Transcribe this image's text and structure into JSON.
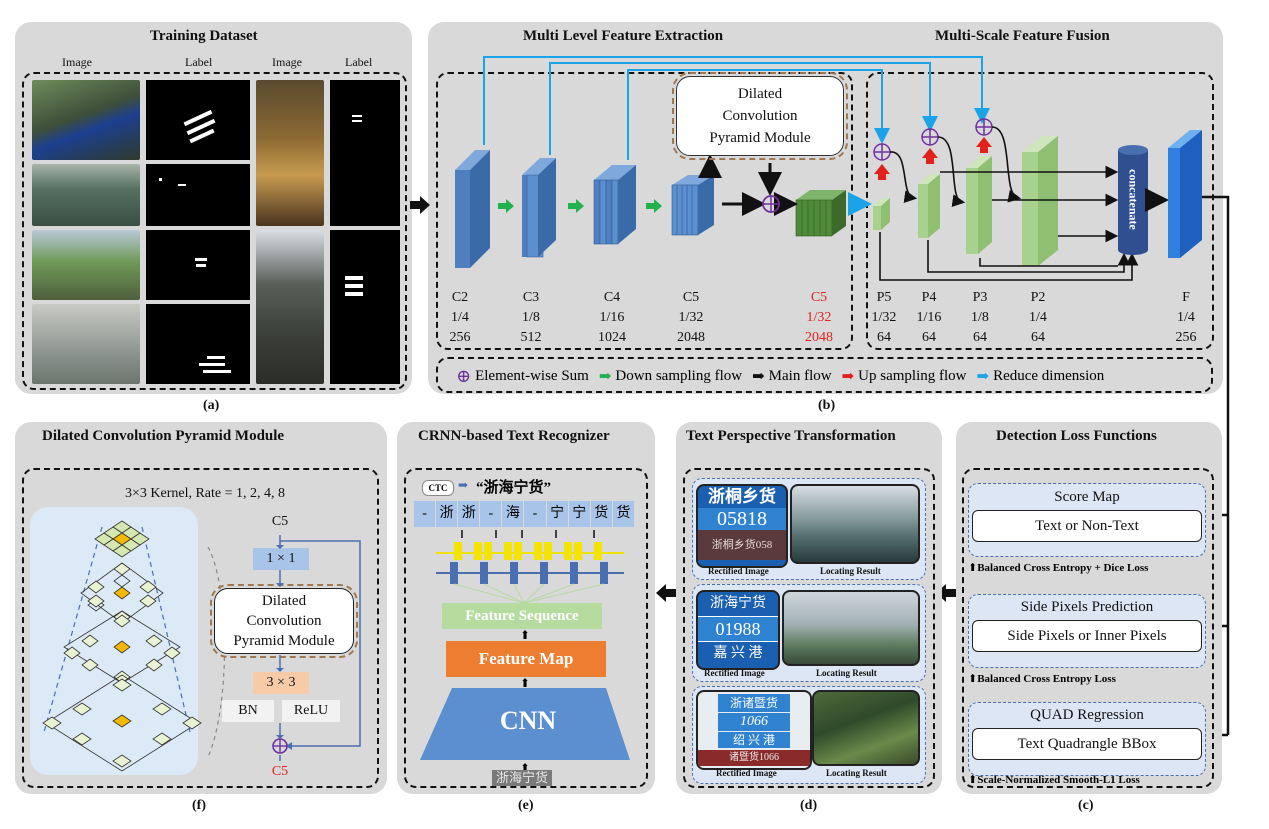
{
  "panels": {
    "a": {
      "title": "Training Dataset",
      "caption": "(a)",
      "col_headers": [
        "Image",
        "Label",
        "Image",
        "Label"
      ]
    },
    "b": {
      "title_left": "Multi Level Feature Extraction",
      "title_right": "Multi-Scale Feature Fusion",
      "caption": "(b)",
      "dcpm_lines": [
        "Dilated",
        "Convolution",
        "Pyramid Module"
      ],
      "stages": [
        {
          "name": "C2",
          "scale": "1/4",
          "ch": "256"
        },
        {
          "name": "C3",
          "scale": "1/8",
          "ch": "512"
        },
        {
          "name": "C4",
          "scale": "1/16",
          "ch": "1024"
        },
        {
          "name": "C5",
          "scale": "1/32",
          "ch": "2048"
        },
        {
          "name": "C5",
          "scale": "1/32",
          "ch": "2048"
        }
      ],
      "fusion": [
        {
          "name": "P5",
          "scale": "1/32",
          "ch": "64"
        },
        {
          "name": "P4",
          "scale": "1/16",
          "ch": "64"
        },
        {
          "name": "P3",
          "scale": "1/8",
          "ch": "64"
        },
        {
          "name": "P2",
          "scale": "1/4",
          "ch": "64"
        }
      ],
      "output": {
        "name": "F",
        "scale": "1/4",
        "ch": "256"
      },
      "concat_label": "concatenate",
      "legend": {
        "sum": "Element-wise Sum",
        "down": "Down sampling flow",
        "main": "Main flow",
        "up": "Up sampling flow",
        "reduce": "Reduce dimension"
      }
    },
    "f": {
      "title": "Dilated Convolution Pyramid Module",
      "caption": "(f)",
      "kernel": "3×3 Kernel, Rate = 1, 2, 4, 8",
      "c5_top": "C5",
      "conv1": "1 × 1",
      "dcpm_lines": [
        "Dilated",
        "Convolution",
        "Pyramid Module"
      ],
      "conv3": "3 × 3",
      "bn": "BN",
      "relu": "ReLU",
      "c5_bottom": "C5"
    },
    "e": {
      "title": "CRNN-based Text Recognizer",
      "caption": "(e)",
      "ctc": "CTC",
      "result": "“浙海宁货”",
      "sequence": [
        "-",
        "浙",
        "浙",
        "-",
        "海",
        "-",
        "宁",
        "宁",
        "货",
        "货"
      ],
      "feature_sequence": "Feature Sequence",
      "feature_map": "Feature Map",
      "cnn": "CNN",
      "input_text": "浙海宁货"
    },
    "d": {
      "title": "Text Perspective Transformation",
      "caption": "(d)",
      "rectified": "Rectified Image",
      "locating": "Locating Result",
      "signs": [
        {
          "lines": [
            "浙桐乡货",
            "05818",
            "浙桐乡货058"
          ]
        },
        {
          "lines": [
            "浙海宁货",
            "01988",
            "嘉 兴 港"
          ]
        },
        {
          "lines": [
            "浙诸暨货",
            "1066",
            "绍 兴 港",
            "诸暨货1066"
          ]
        }
      ]
    },
    "c": {
      "title": "Detection Loss Functions",
      "caption": "(c)",
      "groups": [
        {
          "head": "Score Map",
          "body": "Text or Non-Text",
          "loss": "Balanced Cross Entropy + Dice Loss"
        },
        {
          "head": "Side Pixels Prediction",
          "body": "Side Pixels or Inner Pixels",
          "loss": "Balanced Cross Entropy Loss"
        },
        {
          "head": "QUAD Regression",
          "body": "Text Quadrangle BBox",
          "loss": "Scale-Normalized Smooth-L1 Loss"
        }
      ]
    }
  },
  "colors": {
    "panel": "#d9d9d9",
    "block": "#5b8fcf",
    "green_block": "#4f8a3a",
    "fusion": "#a9d18e",
    "red": "#e0221b",
    "cyan": "#1aa3e8",
    "green_arrow": "#22b14c",
    "purple": "#7030a0",
    "orange": "#ed7d31"
  }
}
